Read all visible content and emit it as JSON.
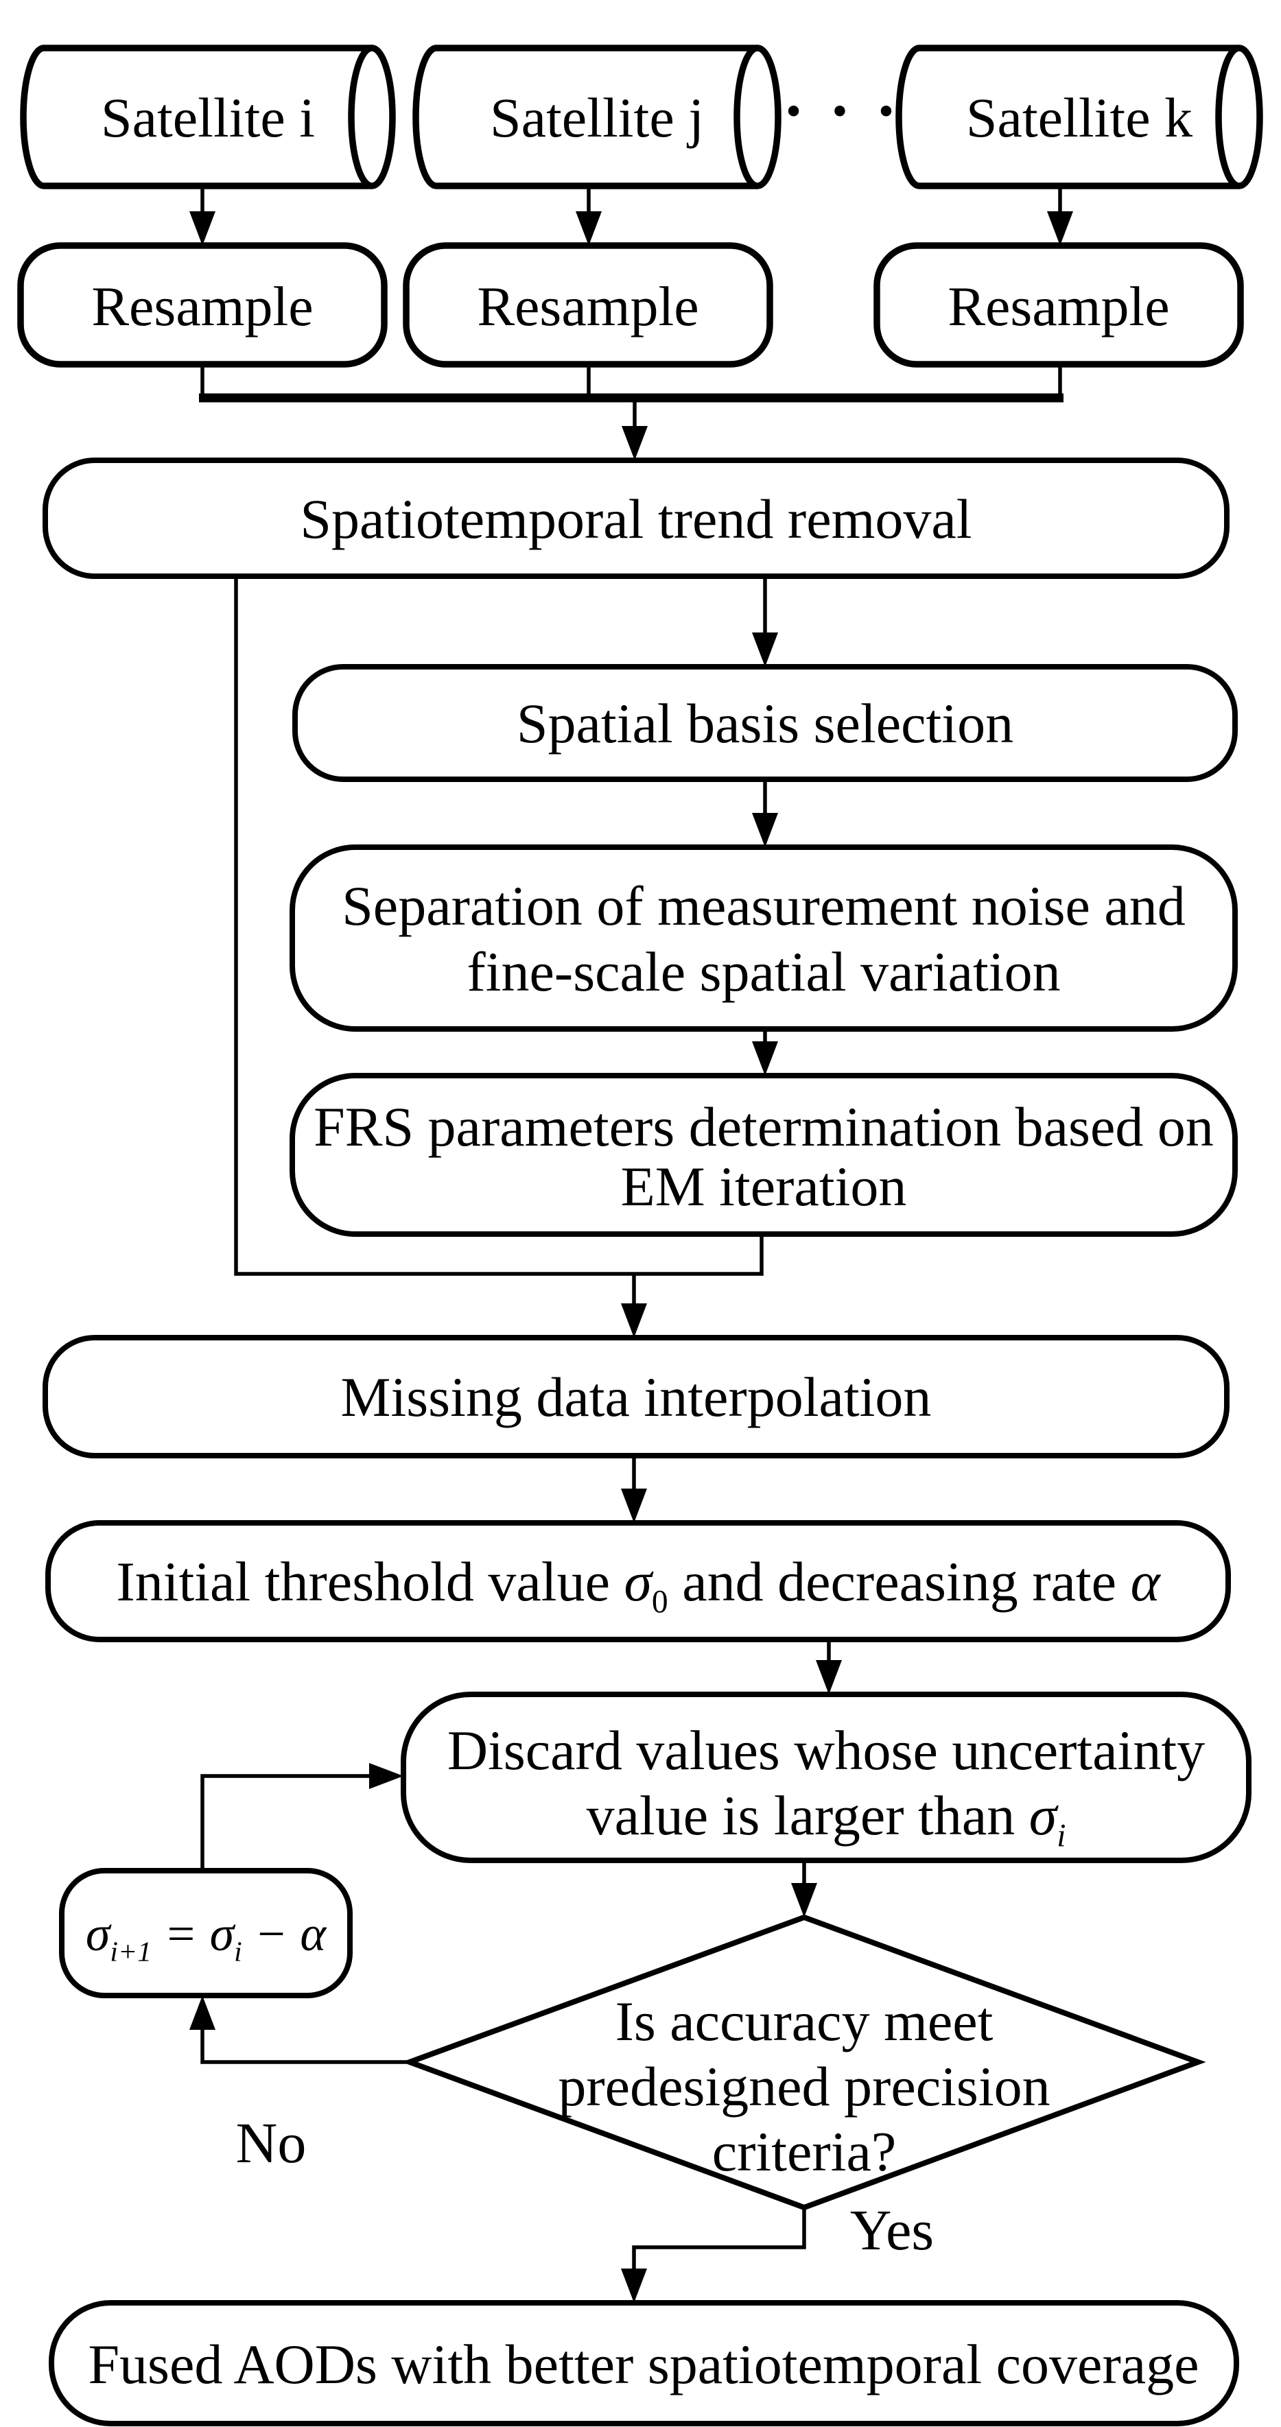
{
  "colors": {
    "ink": "#000000",
    "paper": "#ffffff"
  },
  "flow": {
    "satellite_i": "Satellite i",
    "satellite_j": "Satellite j",
    "satellite_k": "Satellite k",
    "ellipsis": "· · ·",
    "resample": "Resample",
    "trend_removal": "Spatiotemporal trend removal",
    "spatial_basis": "Spatial basis selection",
    "separation_line1": "Separation of measurement noise and",
    "separation_line2": "fine-scale spatial variation",
    "frs_line1": "FRS parameters determination based on",
    "frs_line2": "EM iteration",
    "missing_interp": "Missing data interpolation",
    "initial_threshold": {
      "pre": "Initial threshold value",
      "sigma": "σ",
      "sigma_sub": "0",
      "mid": "and decreasing rate",
      "alpha": "α"
    },
    "discard_line1": "Discard values whose uncertainty",
    "discard_line2": {
      "pre": "value is larger than",
      "sigma": "σ",
      "sigma_sub": "i"
    },
    "sigma_update": {
      "lhs_sigma": "σ",
      "lhs_sub": "i+1",
      "equals": "=",
      "rhs_sigma": "σ",
      "rhs_sub": "i",
      "minus": "−",
      "alpha": "α"
    },
    "decision_line1": "Is accuracy meet",
    "decision_line2": "predesigned precision",
    "decision_line3": "criteria?",
    "fused": "Fused AODs with better spatiotemporal coverage",
    "no_label": "No",
    "yes_label": "Yes"
  }
}
